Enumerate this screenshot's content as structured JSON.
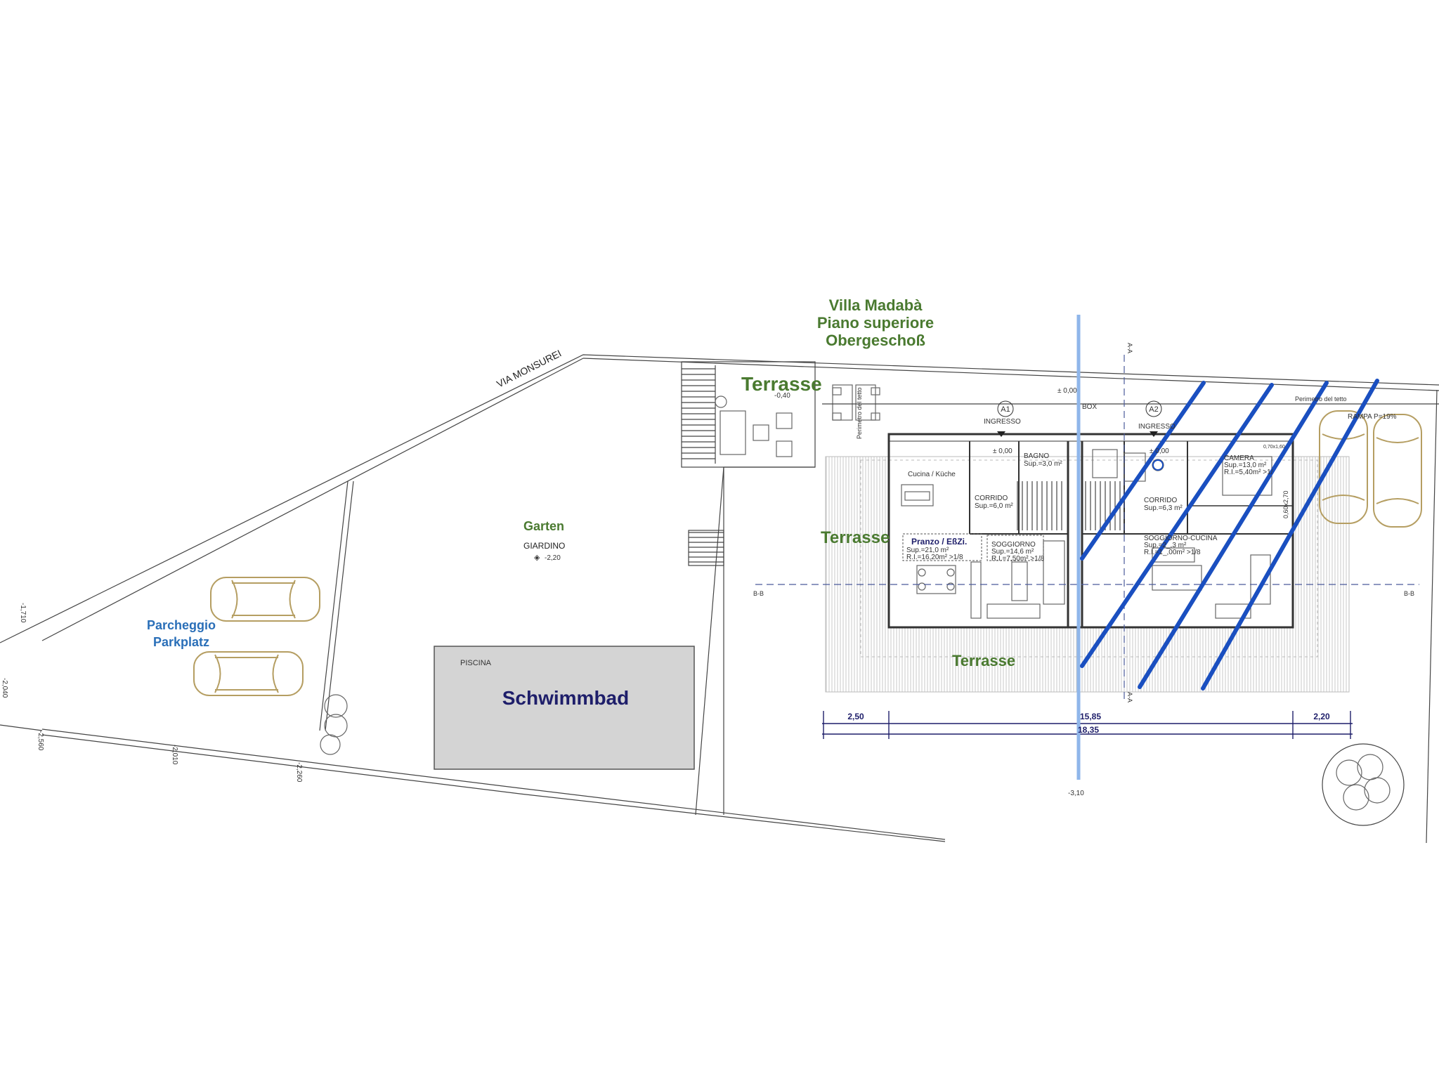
{
  "title": {
    "line1": "Villa Madabà",
    "line2": "Piano superiore",
    "line3": "Obergeschoß"
  },
  "street": "VIA MONSUREI",
  "areas": {
    "terrace_top": "Terrasse",
    "terrace_mid": "Terrasse",
    "terrace_bottom": "Terrasse",
    "garden": "Garten",
    "garden_it": "GIARDINO",
    "garden_level": "-2,20",
    "parking_it": "Parcheggio",
    "parking_de": "Parkplatz",
    "pool_it": "PISCINA",
    "pool_de": "Schwimmbad"
  },
  "rooms": {
    "ingresso_a1": "INGRESSO",
    "ingresso_a2": "INGRESSO",
    "cucina": "Cucina / Küche",
    "bagno": "BAGNO",
    "bagno_sup": "Sup.=3,0 m²",
    "corrido1": "CORRIDO",
    "corrido1_sup": "Sup.=6,0 m²",
    "corrido2": "CORRIDO",
    "corrido2_sup": "Sup.=6,3 m²",
    "pranzo": "Pranzo / EßZi.",
    "pranzo_sup": "Sup.=21,0 m²",
    "pranzo_ri": "R.I.=16,20m² >1/8",
    "soggiorno": "SOGGIORNO",
    "soggiorno_sup": "Sup.=14,6 m²",
    "soggiorno_ri": "R.I.=7,50m² >1/8",
    "camera": "CAMERA",
    "camera_sup": "Sup.=13,0 m²",
    "camera_ri": "R.I.=5,40m² >1/",
    "soggcucina": "SOGGIORNO-CUCINA",
    "soggcucina_sup": "Sup.=2_,3 m²",
    "soggcucina_ri": "R.I.=1_,00m² >1/8",
    "box": "BOX",
    "rampa": "RAMPA P=19%",
    "perimetro1": "Perimetro del tetto",
    "perimetro2": "Perimetro del tetto",
    "win_label": "0,70x1,60",
    "win_label2": "0,60x2,70",
    "unit_a1": "A1",
    "unit_a2": "A2"
  },
  "levels": {
    "l_terrace": "-0,40",
    "l_a1_top": "± 0,00",
    "l_a1_in": "± 0,00",
    "l_a2_in": "± 0,00",
    "l_bottom": "-3,10",
    "l_left1": "-1,710",
    "l_left2": "-2,040",
    "l_b1": "-2,560",
    "l_b2": "-2,010",
    "l_b3": "-2,260"
  },
  "sections": {
    "aa_top": "A-A",
    "aa_bottom": "A-A",
    "bb_left": "B-B",
    "bb_right": "B-B"
  },
  "dimensions": {
    "d_left": "2,50",
    "d_mid": "15,85",
    "d_right": "2,20",
    "d_total": "18,35"
  },
  "colors": {
    "green_label": "#4a7a30",
    "blue_label": "#2a6fb8",
    "pool_fill": "#d4d4d4",
    "car_outline": "#b59e62",
    "overlay_line": "#1a4fc0",
    "vertical_line": "#8fb6ea"
  }
}
